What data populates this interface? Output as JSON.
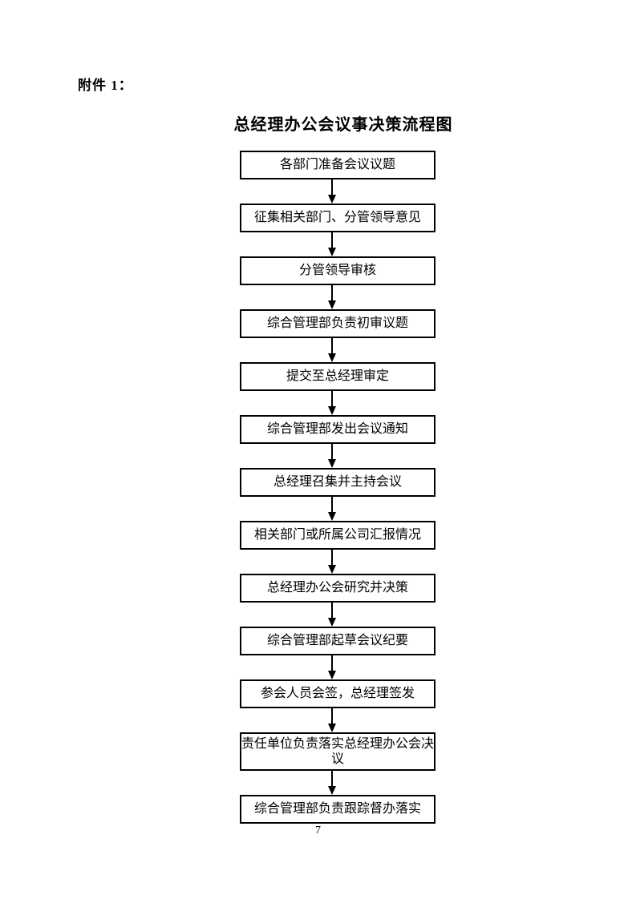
{
  "document": {
    "attachment_label": "附件 1：",
    "title": "总经理办公会议事决策流程图",
    "page_number": "7"
  },
  "flowchart": {
    "steps": [
      "各部门准备会议议题",
      "征集相关部门、分管领导意见",
      "分管领导审核",
      "综合管理部负责初审议题",
      "提交至总经理审定",
      "综合管理部发出会议通知",
      "总经理召集并主持会议",
      "相关部门或所属公司汇报情况",
      "总经理办公会研究并决策",
      "综合管理部起草会议纪要",
      "参会人员会签，总经理签发",
      "责任单位负责落实总经理办公会决议",
      "综合管理部负责跟踪督办落实"
    ]
  },
  "colors": {
    "background": "#ffffff",
    "text": "#000000",
    "box_border": "#000000",
    "arrow": "#000000"
  }
}
